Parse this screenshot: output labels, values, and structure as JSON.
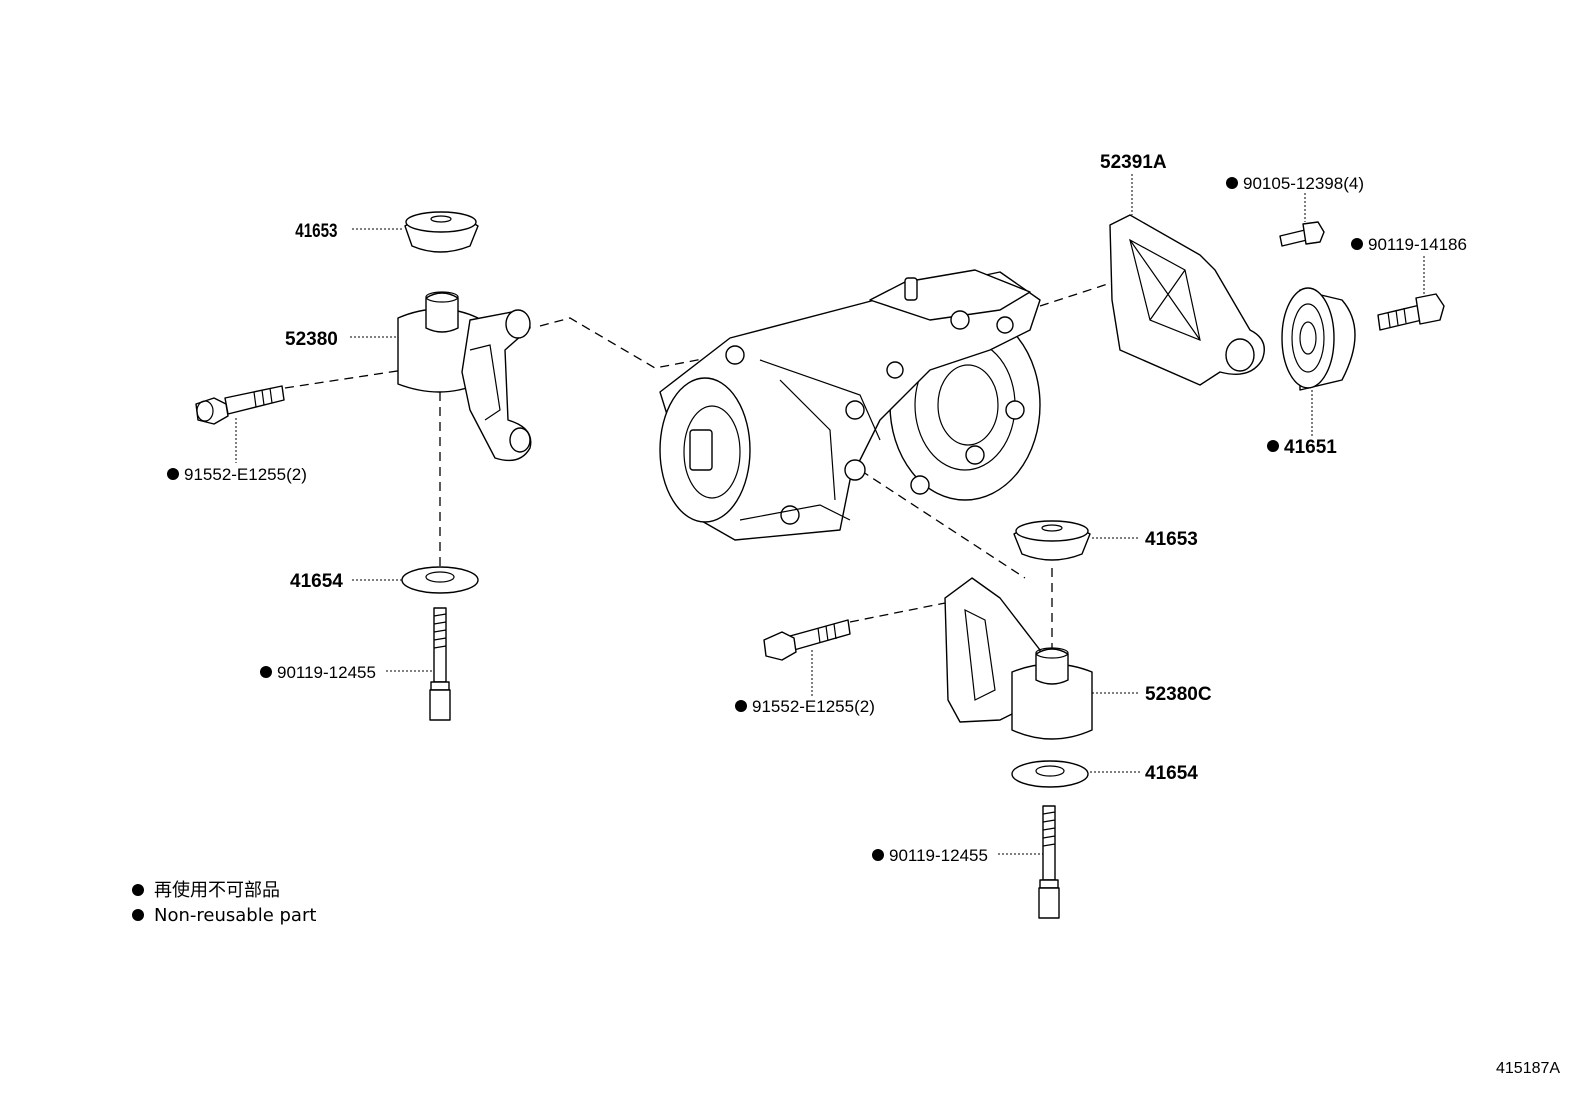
{
  "diagram": {
    "illustration_number": "415187A",
    "callouts": {
      "cushion_upper_left": "41653",
      "support_left": "52380",
      "bolt_left": "91552-E1255(2)",
      "washer_left": "41654",
      "bolt_bottom_left": "90119-12455",
      "support_rear": "52391A",
      "bolt_rear_small": "90105-12398(4)",
      "bolt_rear": "90119-14186",
      "cushion_rear": "41651",
      "cushion_upper_right": "41653",
      "bolt_right": "91552-E1255(2)",
      "support_right": "52380C",
      "washer_right": "41654",
      "bolt_bottom_right": "90119-12455"
    },
    "non_reusable_marks": {
      "bolt_left": true,
      "bolt_bottom_left": true,
      "bolt_rear_small": true,
      "bolt_rear": true,
      "cushion_rear": true,
      "bolt_right": true,
      "bolt_bottom_right": true
    },
    "legend": {
      "japanese": "再使用不可部品",
      "english": "Non-reusable part"
    }
  }
}
